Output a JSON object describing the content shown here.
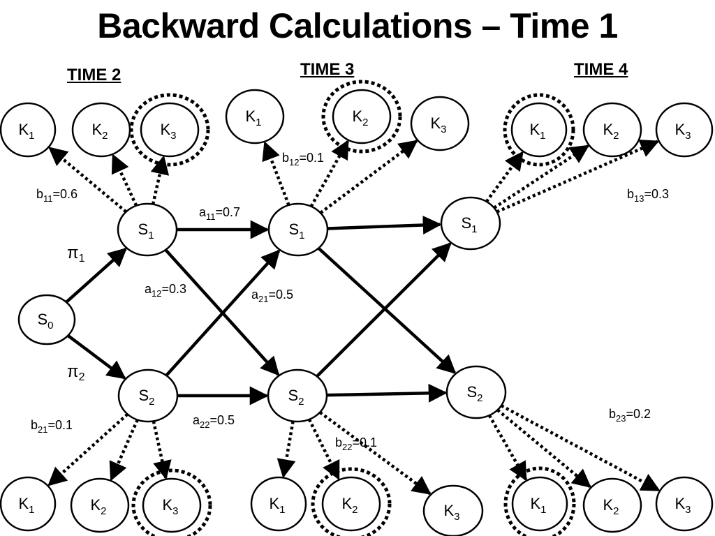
{
  "title": "Backward Calculations – Time 1",
  "time_labels": {
    "t2": "TIME 2",
    "t3": "TIME 3",
    "t4": "TIME 4"
  },
  "nodes": {
    "S0": {
      "base": "S",
      "sub": "0"
    },
    "T2S1": {
      "base": "S",
      "sub": "1"
    },
    "T2S2": {
      "base": "S",
      "sub": "2"
    },
    "T3S1": {
      "base": "S",
      "sub": "1"
    },
    "T3S2": {
      "base": "S",
      "sub": "2"
    },
    "T4S1": {
      "base": "S",
      "sub": "1"
    },
    "T4S2": {
      "base": "S",
      "sub": "2"
    },
    "T2TK1": {
      "base": "K",
      "sub": "1"
    },
    "T2TK2": {
      "base": "K",
      "sub": "2"
    },
    "T2TK3": {
      "base": "K",
      "sub": "3"
    },
    "T3TK1": {
      "base": "K",
      "sub": "1"
    },
    "T3TK2": {
      "base": "K",
      "sub": "2"
    },
    "T3TK3": {
      "base": "K",
      "sub": "3"
    },
    "T4TK1": {
      "base": "K",
      "sub": "1"
    },
    "T4TK2": {
      "base": "K",
      "sub": "2"
    },
    "T4TK3": {
      "base": "K",
      "sub": "3"
    },
    "T2BK1": {
      "base": "K",
      "sub": "1"
    },
    "T2BK2": {
      "base": "K",
      "sub": "2"
    },
    "T2BK3": {
      "base": "K",
      "sub": "3"
    },
    "T3BK1": {
      "base": "K",
      "sub": "1"
    },
    "T3BK2": {
      "base": "K",
      "sub": "2"
    },
    "T3BK3": {
      "base": "K",
      "sub": "3"
    },
    "T4BK1": {
      "base": "K",
      "sub": "1"
    },
    "T4BK2": {
      "base": "K",
      "sub": "2"
    },
    "T4BK3": {
      "base": "K",
      "sub": "3"
    }
  },
  "edge_labels": {
    "pi1": {
      "base": "π",
      "sub": "1",
      "rest": ""
    },
    "pi2": {
      "base": "π",
      "sub": "2",
      "rest": ""
    },
    "a11": {
      "base": "a",
      "sub": "11",
      "rest": "=0.7"
    },
    "a12": {
      "base": "a",
      "sub": "12",
      "rest": "=0.3"
    },
    "a21": {
      "base": "a",
      "sub": "21",
      "rest": "=0.5"
    },
    "a22": {
      "base": "a",
      "sub": "22",
      "rest": "=0.5"
    },
    "b11": {
      "base": "b",
      "sub": "11",
      "rest": "=0.6"
    },
    "b12": {
      "base": "b",
      "sub": "12",
      "rest": "=0.1"
    },
    "b13": {
      "base": "b",
      "sub": "13",
      "rest": "=0.3"
    },
    "b21": {
      "base": "b",
      "sub": "21",
      "rest": "=0.1"
    },
    "b22": {
      "base": "b",
      "sub": "22",
      "rest": "=0.1"
    },
    "b23": {
      "base": "b",
      "sub": "23",
      "rest": "=0.2"
    }
  }
}
